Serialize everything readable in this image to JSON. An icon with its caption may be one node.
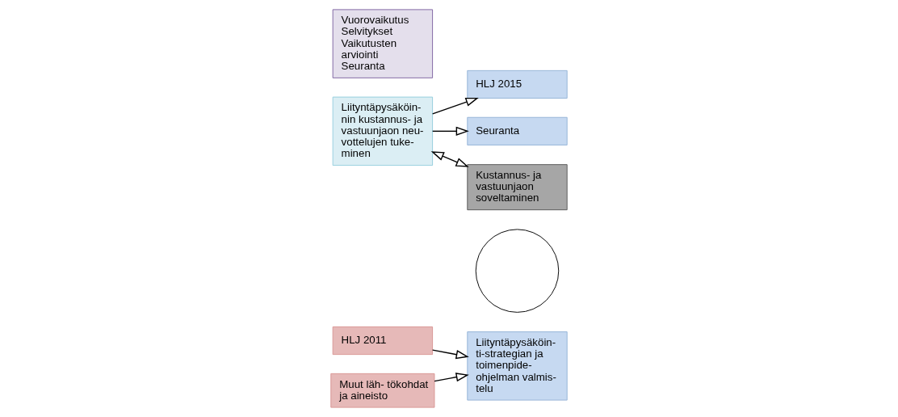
{
  "diagram": {
    "nodes": [
      {
        "text": [
          "HLJ 2011"
        ]
      },
      {
        "text": [
          "Muut läh- tökohdat ja aineisto"
        ]
      },
      {
        "text": [],
        "shape": "circle"
      },
      {
        "text": [
          "Liityntäpysäköin- ti-strategian ja toimenpide- ohjelman valmis- telu"
        ]
      },
      {
        "text": [
          "Liityntäpysäköin- nin kustannus- ja vastuunjaon neu- vottelujen tuke- minen"
        ]
      },
      {
        "text": [
          "Vuorovaikutus",
          "Selvitykset",
          "Vaikutusten arviointi",
          "Seuranta"
        ]
      },
      {
        "text": [
          "HLJ 2015"
        ]
      },
      {
        "text": [
          "Seuranta"
        ]
      },
      {
        "text": [
          "Kustannus- ja vastuunjaon soveltaminen"
        ]
      }
    ],
    "edges": [
      {
        "from": 0,
        "to": 3,
        "arrow": "to"
      },
      {
        "from": 1,
        "to": 3,
        "arrow": "to"
      },
      {
        "from": 4,
        "to": 6,
        "arrow": "to"
      },
      {
        "from": 4,
        "to": 7,
        "arrow": "to"
      },
      {
        "from": 4,
        "to": 8,
        "arrow": "both"
      }
    ]
  }
}
